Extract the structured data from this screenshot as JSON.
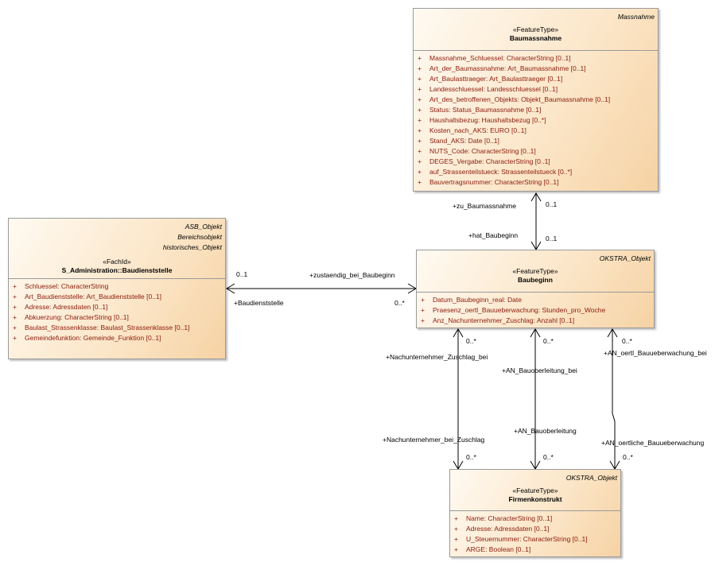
{
  "classes": {
    "baumassnahme": {
      "parent": "Massnahme",
      "stereotype": "«FeatureType»",
      "name": "Baumassnahme",
      "attributes": [
        "Massnahme_Schluessel: CharacterString [0..1]",
        "Art_der_Baumassnahme: Art_Baumassnahme [0..1]",
        "Art_Baulasttraeger: Art_Baulasttraeger [0..1]",
        "Landesschluessel: Landesschluessel [0..1]",
        "Art_des_betroffenen_Objekts: Objekt_Baumassnahme [0..1]",
        "Status: Status_Baumassnahme [0..1]",
        "Haushaltsbezug: Haushaltsbezug [0..*]",
        "Kosten_nach_AKS: EURO [0..1]",
        "Stand_AKS: Date [0..1]",
        "NUTS_Code: CharacterString [0..1]",
        "DEGES_Vergabe: CharacterString [0..1]",
        "auf_Strassenteilstueck: Strassenteilstueck [0..*]",
        "Bauvertragsnummer: CharacterString [0..1]"
      ]
    },
    "baudienststelle": {
      "parents": [
        "ASB_Objekt",
        "Bereichsobjekt",
        "historisches_Objekt"
      ],
      "stereotype": "«FachId»",
      "name": "S_Administration::Baudienststelle",
      "attributes": [
        "Schluessel: CharacterString",
        "Art_Baudienststelle: Art_Baudienststelle [0..1]",
        "Adresse: Adressdaten [0..1]",
        "Abkuerzung: CharacterString [0..1]",
        "Baulast_Strassenklasse: Baulast_Strassenklasse [0..1]",
        "Gemeindefunktion: Gemeinde_Funktion [0..1]"
      ]
    },
    "baubeginn": {
      "parent": "OKSTRA_Objekt",
      "stereotype": "«FeatureType»",
      "name": "Baubeginn",
      "attributes": [
        "Datum_Baubeginn_real: Date",
        "Praesenz_oertl_Bauueberwachung: Stunden_pro_Woche",
        "Anz_Nachunternehmer_Zuschlag: Anzahl [0..1]"
      ]
    },
    "firmenkonstrukt": {
      "parent": "OKSTRA_Objekt",
      "stereotype": "«FeatureType»",
      "name": "Firmenkonstrukt",
      "attributes": [
        "Name: CharacterString [0..1]",
        "Adresse: Adressdaten [0..1]",
        "U_Steuernummer: CharacterString [0..1]",
        "ARGE: Boolean [0..1]"
      ]
    }
  },
  "attribute_marker": "+",
  "associations": {
    "baumassnahme_baubeginn": {
      "role_top": "+zu_Baumassnahme",
      "mult_top": "0..1",
      "role_bottom": "+hat_Baubeginn",
      "mult_bottom": "0..1"
    },
    "baudienststelle_baubeginn": {
      "role_right": "+zustaendig_bei_Baubeginn",
      "mult_left": "0..1",
      "role_left": "+Baudienststelle",
      "mult_right": "0..*"
    },
    "nachunternehmer": {
      "mult_top": "0..*",
      "role_top": "+Nachunternehmer_Zuschlag_bei",
      "role_bottom": "+Nachunternehmer_bei_Zuschlag",
      "mult_bottom": "0..*"
    },
    "bauoberleitung": {
      "mult_top": "0..*",
      "role_top": "+AN_Bauoberleitung_bei",
      "role_bottom": "+AN_Bauoberleitung",
      "mult_bottom": "0..*"
    },
    "bauueberwachung": {
      "mult_top": "0..*",
      "role_top": "+AN_oertl_Bauueberwachung_bei",
      "role_bottom": "+AN_oertliche_Bauueberwachung",
      "mult_bottom": "0..*"
    }
  },
  "colors": {
    "attribute_text": "#8b1a0a",
    "line": "#000000",
    "class_fill_light": "#fffaf2",
    "class_fill_dark": "#f6d2a4"
  }
}
